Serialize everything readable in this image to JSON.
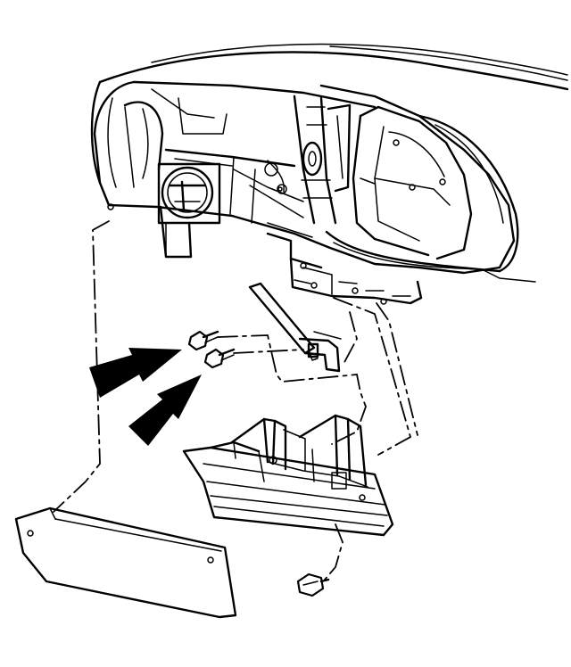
{
  "diagram": {
    "type": "exploded-assembly-line-drawing",
    "parts": [
      {
        "name": "instrument-panel-carrier",
        "icon": "dashboard-outline"
      },
      {
        "name": "steering-column-opening",
        "icon": "circle-opening"
      },
      {
        "name": "support-bracket",
        "icon": "bracket"
      },
      {
        "name": "knee-bolster-reinforcement",
        "icon": "ribbed-panel"
      },
      {
        "name": "knee-bolster-trim-panel",
        "icon": "flat-panel"
      },
      {
        "name": "fastener-bolt-upper",
        "icon": "bolt"
      },
      {
        "name": "fastener-bolt-lower",
        "icon": "bolt"
      },
      {
        "name": "fastener-nut",
        "icon": "nut"
      }
    ],
    "callouts": [
      {
        "name": "arrow-upper",
        "points_to": "fastener-bolt-upper",
        "icon": "solid-arrow"
      },
      {
        "name": "arrow-lower",
        "points_to": "fastener-bolt-lower",
        "icon": "solid-arrow"
      }
    ],
    "colors": {
      "ink": "#000000",
      "paper": "#ffffff"
    }
  }
}
